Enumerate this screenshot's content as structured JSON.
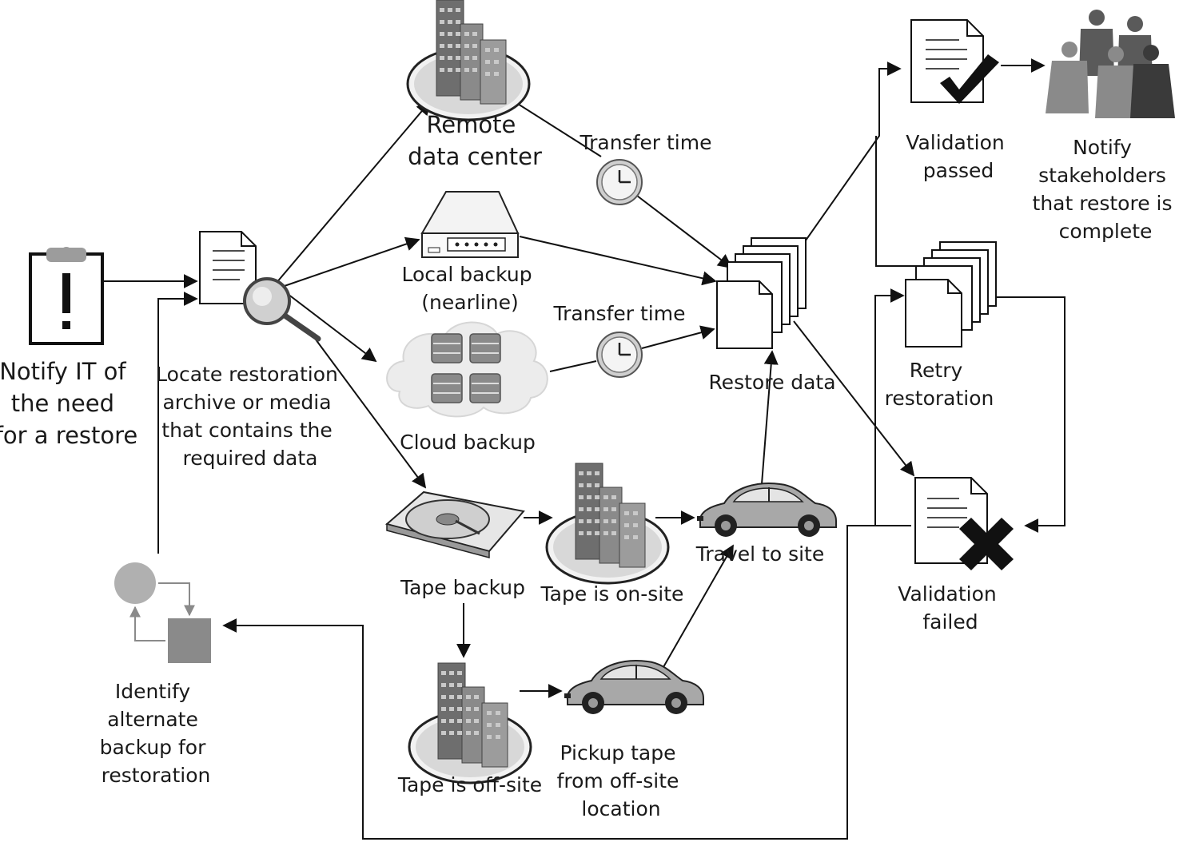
{
  "nodes": {
    "notify_it": [
      "Notify IT of",
      "the need",
      "for a restore"
    ],
    "locate": [
      "Locate restoration",
      "archive or media",
      "that contains the",
      "required data"
    ],
    "remote_dc": [
      "Remote",
      "data center"
    ],
    "local_backup": [
      "Local backup",
      "(nearline)"
    ],
    "cloud_backup": [
      "Cloud backup"
    ],
    "tape_backup": [
      "Tape backup"
    ],
    "tape_onsite": [
      "Tape is on-site"
    ],
    "tape_offsite": [
      "Tape is off-site"
    ],
    "travel": [
      "Travel to site"
    ],
    "pickup": [
      "Pickup tape",
      "from off-site",
      "location"
    ],
    "restore": [
      "Restore data"
    ],
    "transfer_top": [
      "Transfer time"
    ],
    "transfer_mid": [
      "Transfer time"
    ],
    "validation_passed": [
      "Validation",
      "passed"
    ],
    "notify_stakeholders": [
      "Notify",
      "stakeholders",
      "that restore is",
      "complete"
    ],
    "retry": [
      "Retry",
      "restoration"
    ],
    "validation_failed": [
      "Validation",
      "failed"
    ],
    "identify_alternate": [
      "Identify",
      "alternate",
      "backup for",
      "restoration"
    ]
  },
  "icons": {
    "notify_it": "clipboard-alert-icon",
    "locate": "document-magnifier-icon",
    "remote_dc": "building-icon",
    "local_backup": "server-appliance-icon",
    "cloud_backup": "cloud-database-icon",
    "tape_backup": "hard-drive-icon",
    "tape_onsite": "building-icon",
    "tape_offsite": "building-icon",
    "travel": "car-icon",
    "pickup": "car-icon",
    "transfer": "clock-icon",
    "restore": "document-stack-icon",
    "validation_passed": "document-check-icon",
    "notify_stakeholders": "people-group-icon",
    "retry": "document-stack-icon",
    "validation_failed": "document-x-icon",
    "identify_alternate": "alternate-cycle-icon"
  }
}
